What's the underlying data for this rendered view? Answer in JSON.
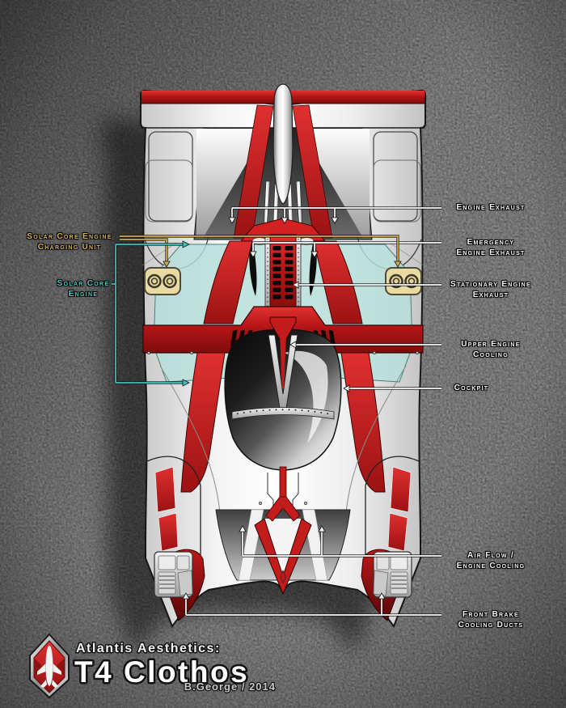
{
  "branding": {
    "studio_line": "Atlantis Aesthetics:",
    "title": "T4 Clothos",
    "credit": "B.George / 2014",
    "logo_icon": "atlantis-diamond-rocket-badge"
  },
  "annotations": {
    "engine_exhaust": {
      "lines": [
        "Engine Exhaust"
      ]
    },
    "emergency_engine_exhaust": {
      "lines": [
        "Emergency",
        "Engine Exhaust"
      ]
    },
    "stationary_engine_exhaust": {
      "lines": [
        "Stationary Engine",
        "Exhaust"
      ]
    },
    "upper_engine_cooling": {
      "lines": [
        "Upper Engine",
        "Cooling"
      ]
    },
    "cockpit": {
      "lines": [
        "Cockpit"
      ]
    },
    "air_flow_engine_cooling": {
      "lines": [
        "Air Flow /",
        "Engine Cooling"
      ]
    },
    "front_brake_cooling_ducts": {
      "lines": [
        "Front Brake",
        "Cooling Ducts"
      ]
    },
    "solar_core_engine_charging_unit": {
      "lines": [
        "Solar Core Engine",
        "Charging Unit"
      ]
    },
    "solar_core_engine": {
      "lines": [
        "Solar Core",
        "Engine"
      ]
    }
  },
  "colors": {
    "car_red": "#c41b1b",
    "car_dark_red": "#7f0c0c",
    "body_white": "#f4f4f4",
    "canopy_dark": "#141414",
    "solar_panel_teal": "#b7ded8",
    "charging_unit_gold": "#e9d9a2",
    "label_white": "#f6f6f6",
    "label_gold": "#d8b455",
    "label_teal": "#4cc8c0",
    "background_gray": "#8f8f8f"
  }
}
